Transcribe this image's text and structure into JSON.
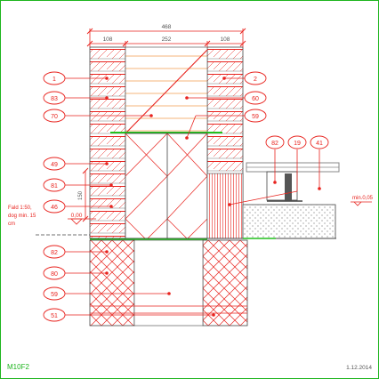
{
  "drawing": {
    "code": "M10F2",
    "date": "1.12.2014",
    "note_left": [
      "Fald 1:50,",
      "dog min. 15",
      "cm"
    ],
    "note_right": "min.0,05",
    "colors": {
      "line": "#e8231e",
      "frame": "#1eb51e",
      "level": "#22c11d",
      "neutral": "#6e6e6e",
      "steel": "#888888"
    }
  },
  "dimensions": {
    "overall": "468",
    "left": "108",
    "middle": "252",
    "right": "108",
    "vertical": "150",
    "level": "0,00"
  },
  "callouts": [
    {
      "label": "1"
    },
    {
      "label": "2"
    },
    {
      "label": "83"
    },
    {
      "label": "60"
    },
    {
      "label": "70"
    },
    {
      "label": "59"
    },
    {
      "label": "82"
    },
    {
      "label": "19"
    },
    {
      "label": "41"
    },
    {
      "label": "49"
    },
    {
      "label": "81"
    },
    {
      "label": "46"
    },
    {
      "label": "82"
    },
    {
      "label": "80"
    },
    {
      "label": "59"
    },
    {
      "label": "51"
    }
  ]
}
